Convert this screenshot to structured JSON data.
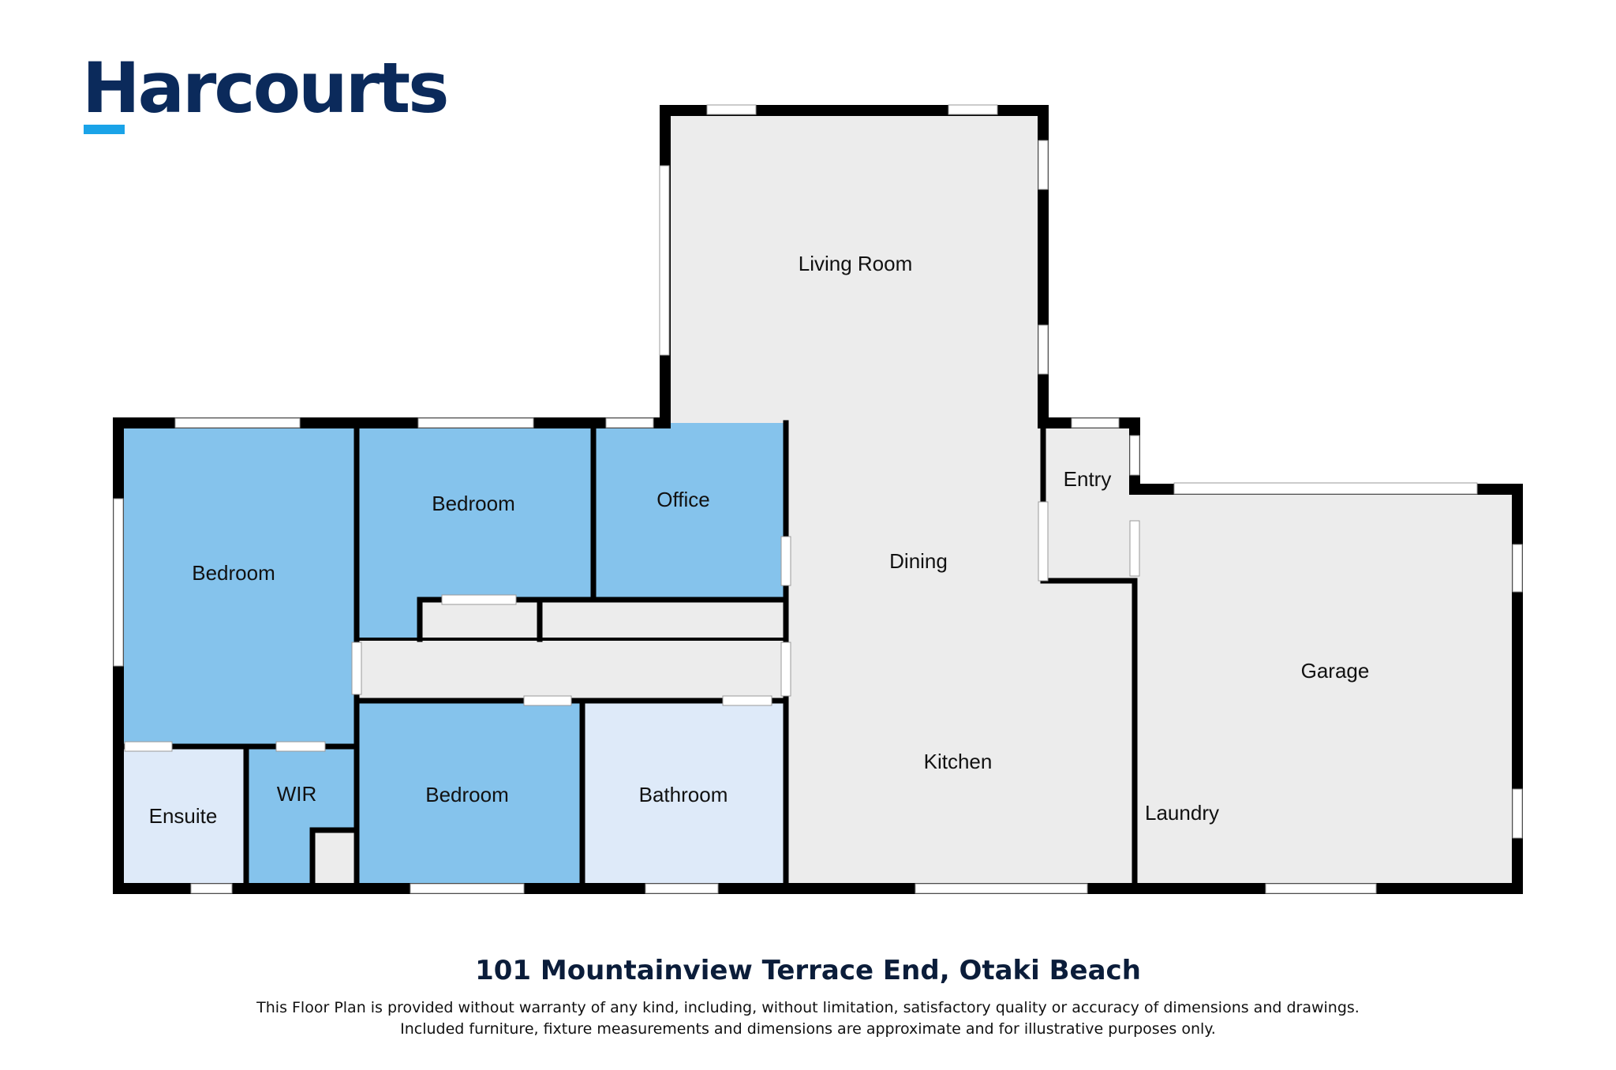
{
  "brand": {
    "name": "Harcourts",
    "text_color": "#0b2a5b",
    "accent_color": "#1aa3e8"
  },
  "colors": {
    "wall": "#000000",
    "bedroom_fill": "#85c3ec",
    "wet_fill": "#deeaf9",
    "common_fill": "#ececec",
    "window": "#ffffff"
  },
  "rooms": {
    "bedroom_main": "Bedroom",
    "bedroom_2": "Bedroom",
    "office": "Office",
    "bedroom_3": "Bedroom",
    "ensuite": "Ensuite",
    "wir": "WIR",
    "bathroom": "Bathroom",
    "living_room": "Living Room",
    "dining": "Dining",
    "kitchen": "Kitchen",
    "entry": "Entry",
    "garage": "Garage",
    "laundry": "Laundry"
  },
  "footer": {
    "address": "101 Mountainview Terrace End, Otaki Beach",
    "disclaimer_line1": "This Floor Plan is provided without warranty of any kind, including, without limitation, satisfactory quality or accuracy of dimensions and drawings.",
    "disclaimer_line2": "Included furniture, fixture measurements and dimensions are approximate and for illustrative purposes only."
  }
}
